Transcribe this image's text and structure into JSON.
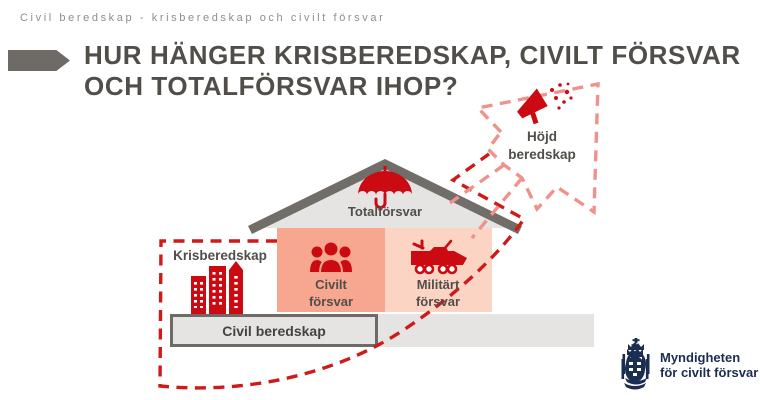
{
  "page": {
    "eyebrow": "Civil beredskap - krisberedskap och civilt försvar",
    "title_line1": "HUR HÄNGER KRISBEREDSKAP, CIVILT FÖRSVAR",
    "title_line2": "OCH TOTALFÖRSVAR IHOP?"
  },
  "diagram": {
    "roof_label": "Totalförsvar",
    "pillars": {
      "civilt": {
        "line1": "Civilt",
        "line2": "försvar",
        "icon": "people-group-icon"
      },
      "militart": {
        "line1": "Militärt",
        "line2": "försvar",
        "icon": "military-vehicle-icon"
      }
    },
    "base_label": "Civil beredskap",
    "krisberedskap_label": "Krisberedskap",
    "krisberedskap_icon": "city-buildings-icon",
    "hojd_beredskap": {
      "line1": "Höjd",
      "line2": "beredskap",
      "icon": "megaphone-icon"
    },
    "roof_icon": "umbrella-icon"
  },
  "logo": {
    "line1": "Myndigheten",
    "line2": "för civilt försvar",
    "icon": "state-emblem-icon"
  },
  "colors": {
    "accent_red": "#cb0a12",
    "dashed_dark_red": "#ce1a18",
    "dashed_light_red": "#ef928b",
    "salmon_pillar": "#f7a78f",
    "light_pink_pillar": "#fbd4c3",
    "roof_gray": "#716d68",
    "panel_gray": "#e6e4e2",
    "text_dark": "#514e4a",
    "logo_navy": "#1c2d52"
  }
}
